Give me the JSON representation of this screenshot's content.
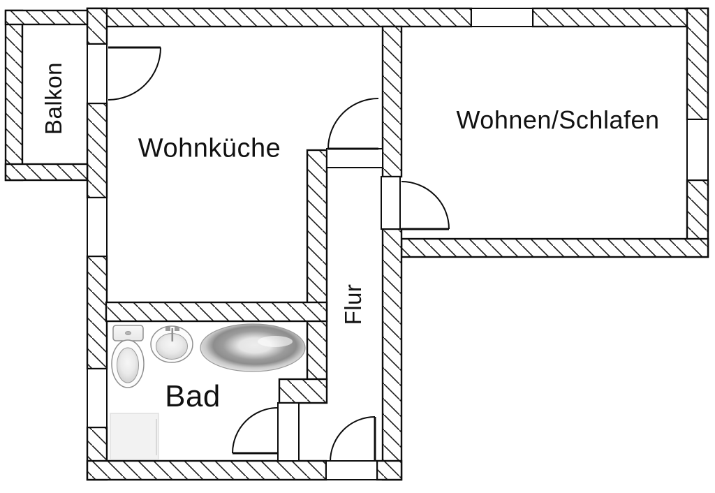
{
  "rooms": {
    "balkon": "Balkon",
    "wohnkueche": "Wohnküche",
    "wohnen_schlafen": "Wohnen/Schlafen",
    "flur": "Flur",
    "bad": "Bad"
  },
  "fixtures": [
    "toilet",
    "sink",
    "bathtub",
    "shower-tray"
  ],
  "doors": [
    "balcony-door",
    "wohnkueche-flur-door",
    "wohnen-schlafen-door",
    "bad-door",
    "entrance-door"
  ],
  "windows": [
    "left-wall-window",
    "bad-window",
    "top-wall-window",
    "right-wall-window"
  ],
  "colors": {
    "background": "#ffffff",
    "wall_outline": "#0c0c0c",
    "hatch_line": "#1a1a1a",
    "fixture_line": "#8f8f8f",
    "shower_fill": "#f2f2f2",
    "text": "#111111"
  }
}
